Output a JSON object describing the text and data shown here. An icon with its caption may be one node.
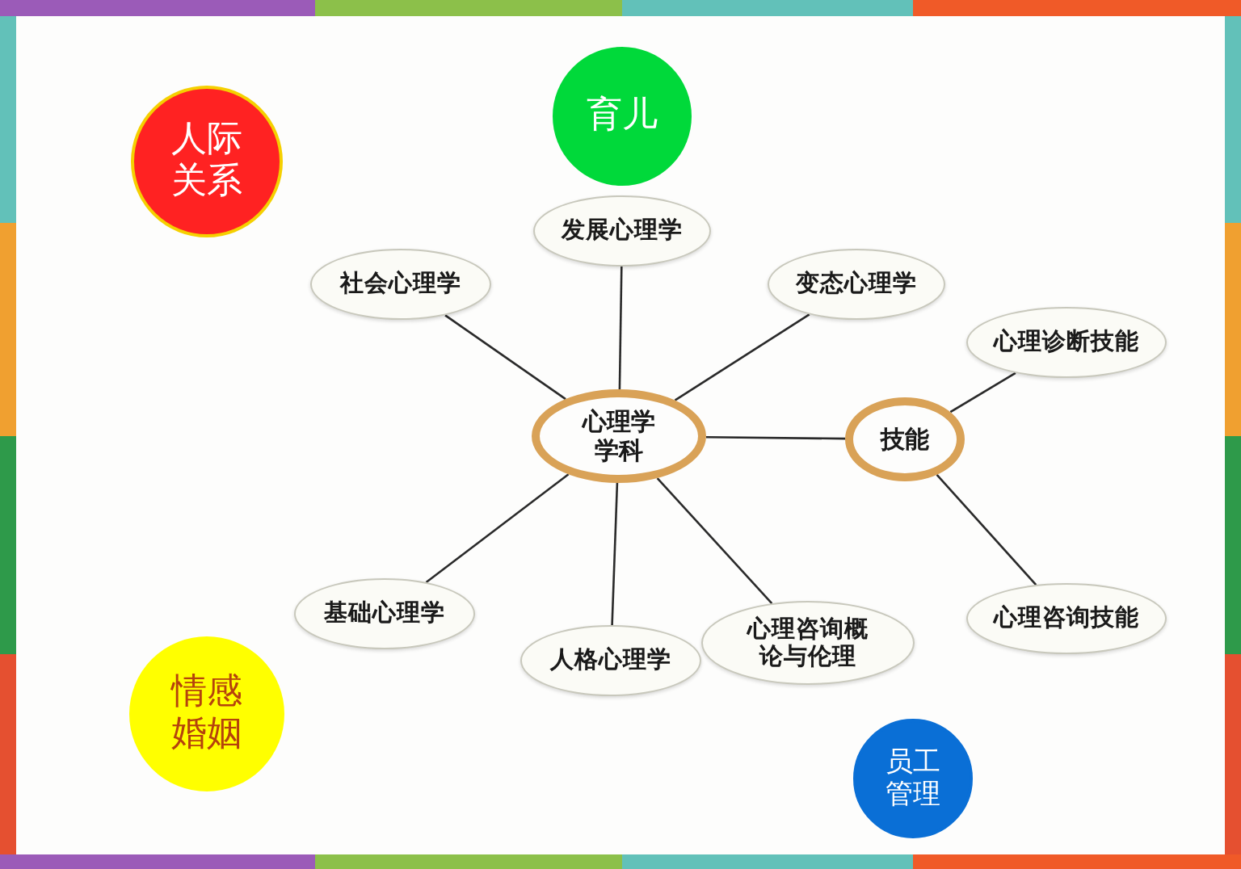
{
  "diagram": {
    "nodes": [
      {
        "text": [
          "人际关系"
        ]
      },
      {
        "text": [
          "育儿"
        ]
      },
      {
        "text": [
          "情感婚姻"
        ]
      },
      {
        "text": [
          "员工管理"
        ]
      },
      {
        "text": [
          "心理学学科"
        ]
      },
      {
        "text": [
          "社会心理学"
        ]
      },
      {
        "text": [
          "发展心理学"
        ]
      },
      {
        "text": [
          "变态心理学"
        ]
      },
      {
        "text": [
          "基础心理学"
        ]
      },
      {
        "text": [
          "人格心理学"
        ]
      },
      {
        "text": [
          "心理咨询概论与伦理"
        ]
      },
      {
        "text": [
          "技能"
        ]
      },
      {
        "text": [
          "心理诊断技能"
        ]
      },
      {
        "text": [
          "心理咨询技能"
        ]
      }
    ],
    "edges": [
      {
        "from": 4,
        "to": 5,
        "arrow": "none"
      },
      {
        "from": 4,
        "to": 6,
        "arrow": "none"
      },
      {
        "from": 4,
        "to": 7,
        "arrow": "none"
      },
      {
        "from": 4,
        "to": 8,
        "arrow": "none"
      },
      {
        "from": 4,
        "to": 9,
        "arrow": "none"
      },
      {
        "from": 4,
        "to": 10,
        "arrow": "none"
      },
      {
        "from": 4,
        "to": 11,
        "arrow": "none"
      },
      {
        "from": 11,
        "to": 12,
        "arrow": "none"
      },
      {
        "from": 11,
        "to": 13,
        "arrow": "none"
      }
    ]
  }
}
